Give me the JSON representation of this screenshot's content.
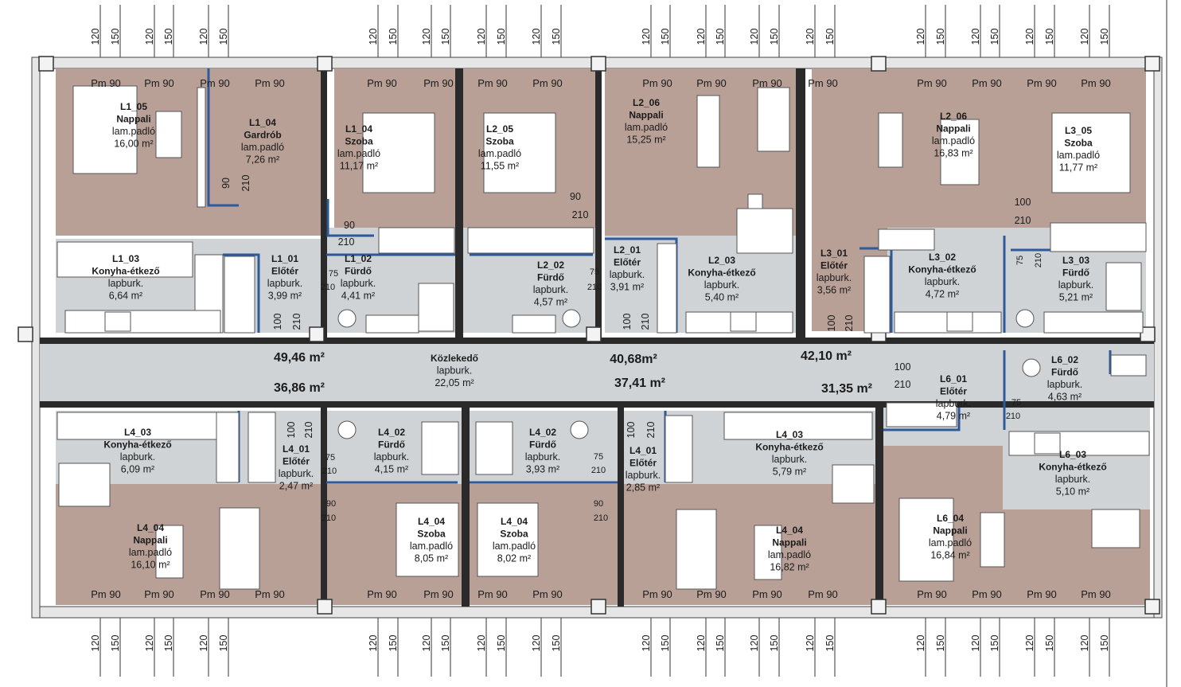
{
  "rooms": [
    {
      "id": "L1_05",
      "name": "Nappali",
      "floor": "lam.padló",
      "area": "16,00 m²"
    },
    {
      "id": "L1_04",
      "name": "Gardrób",
      "floor": "lam.padló",
      "area": "7,26 m²"
    },
    {
      "id": "L1_04",
      "name": "Szoba",
      "floor": "lam.padló",
      "area": "11,17 m²"
    },
    {
      "id": "L2_05",
      "name": "Szoba",
      "floor": "lam.padló",
      "area": "11,55 m²"
    },
    {
      "id": "L2_06",
      "name": "Nappali",
      "floor": "lam.padló",
      "area": "15,25 m²"
    },
    {
      "id": "L2_06",
      "name": "Nappali",
      "floor": "lam.padló",
      "area": "16,83 m²"
    },
    {
      "id": "L3_05",
      "name": "Szoba",
      "floor": "lam.padló",
      "area": "11,77 m²"
    },
    {
      "id": "L1_03",
      "name": "Konyha-étkező",
      "floor": "lapburk.",
      "area": "6,64 m²"
    },
    {
      "id": "L1_01",
      "name": "Előtér",
      "floor": "lapburk.",
      "area": "3,99 m²"
    },
    {
      "id": "L1_02",
      "name": "Fürdő",
      "floor": "lapburk.",
      "area": "4,41 m²"
    },
    {
      "id": "L2_02",
      "name": "Fürdő",
      "floor": "lapburk.",
      "area": "4,57 m²"
    },
    {
      "id": "L2_01",
      "name": "Előtér",
      "floor": "lapburk.",
      "area": "3,91 m²"
    },
    {
      "id": "L2_03",
      "name": "Konyha-étkező",
      "floor": "lapburk.",
      "area": "5,40 m²"
    },
    {
      "id": "L3_01",
      "name": "Előtér",
      "floor": "lapburk.",
      "area": "3,56 m²"
    },
    {
      "id": "L3_02",
      "name": "Konyha-étkező",
      "floor": "lapburk.",
      "area": "4,72 m²"
    },
    {
      "id": "L3_03",
      "name": "Fürdő",
      "floor": "lapburk.",
      "area": "5,21 m²"
    },
    {
      "id": "",
      "name": "Közlekedő",
      "floor": "lapburk.",
      "area": "22,05 m²"
    },
    {
      "id": "L6_01",
      "name": "Előtér",
      "floor": "lapburk.",
      "area": "4,79 m²"
    },
    {
      "id": "L6_02",
      "name": "Fürdő",
      "floor": "lapburk.",
      "area": "4,63 m²"
    },
    {
      "id": "L4_03",
      "name": "Konyha-étkező",
      "floor": "lapburk.",
      "area": "6,09 m²"
    },
    {
      "id": "L4_01",
      "name": "Előtér",
      "floor": "lapburk.",
      "area": "2,47 m²"
    },
    {
      "id": "L4_02",
      "name": "Fürdő",
      "floor": "lapburk.",
      "area": "4,15 m²"
    },
    {
      "id": "L4_02",
      "name": "Fürdő",
      "floor": "lapburk.",
      "area": "3,93 m²"
    },
    {
      "id": "L4_01",
      "name": "Előtér",
      "floor": "lapburk.",
      "area": "2,85 m²"
    },
    {
      "id": "L4_03",
      "name": "Konyha-étkező",
      "floor": "lapburk.",
      "area": "5,79 m²"
    },
    {
      "id": "L6_03",
      "name": "Konyha-étkező",
      "floor": "lapburk.",
      "area": "5,10 m²"
    },
    {
      "id": "L4_04",
      "name": "Nappali",
      "floor": "lam.padló",
      "area": "16,10 m²"
    },
    {
      "id": "L4_04",
      "name": "Szoba",
      "floor": "lam.padló",
      "area": "8,05 m²"
    },
    {
      "id": "L4_04",
      "name": "Szoba",
      "floor": "lam.padló",
      "area": "8,02 m²"
    },
    {
      "id": "L4_04",
      "name": "Nappali",
      "floor": "lam.padló",
      "area": "16,82 m²"
    },
    {
      "id": "L6_04",
      "name": "Nappali",
      "floor": "lam.padló",
      "area": "16,84 m²"
    }
  ],
  "totals": [
    "49,46 m²",
    "36,86 m²",
    "40,68m²",
    "37,41 m²",
    "42,10 m²",
    "31,35 m²"
  ],
  "window_label": "Pm 90",
  "sill_heights": [
    "120",
    "150"
  ],
  "door_dims": [
    "90",
    "210",
    "100",
    "75"
  ]
}
